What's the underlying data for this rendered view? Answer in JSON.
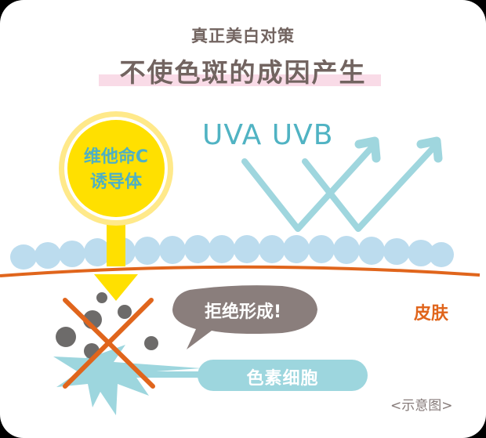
{
  "header": {
    "subtitle": "真正美白对策",
    "title": "不使色斑的成因产生"
  },
  "rays": {
    "label": "UVA UVB",
    "color": "#9fd6de"
  },
  "vitamin": {
    "label_line1": "维他命C",
    "label_line2": "诱导体",
    "color": "#ffe000"
  },
  "skin": {
    "label": "皮肤",
    "line_color": "#e0651c",
    "cell_color": "#bcdcee"
  },
  "callout": {
    "label": "拒绝形成!",
    "color": "#8a7e7c"
  },
  "melanocyte": {
    "label": "色素细胞",
    "color": "#9dd6de"
  },
  "note": "<示意图>"
}
